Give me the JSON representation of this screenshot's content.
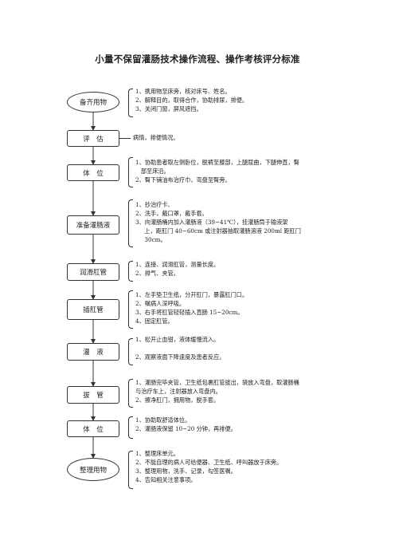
{
  "title": "小量不保留灌肠技术操作流程、操作考核评分标准",
  "steps": [
    {
      "label": "备齐用物",
      "lines": [
        "1、携用物至床旁，核对床号、姓名。",
        "2、解释目的，取得合作，协助排尿，排便。",
        "3、关闭门窗，屏风遮挡。"
      ]
    },
    {
      "label": "评　估",
      "lines": [
        "病情，排便情况。"
      ]
    },
    {
      "label": "体　位",
      "lines": [
        "1、协助患者取左侧卧位，脱裤至膝部，上腿屈曲，下腿伸直，臀",
        "   部至床沿。",
        "2、臀下铺油布治疗巾，弯盘至臀旁。"
      ]
    },
    {
      "label": "准备灌肠液",
      "lines": [
        "1、抄治疗卡、",
        "2、洗手，戴口罩，戴手套。",
        "3、向灌肠桶内加入灌肠液（39~41℃），挂灌肠筒于输液架",
        "     上，距肛门 40~60cm 或注射器抽取灌肠溶液 200ml 距肛门",
        "     30cm。"
      ]
    },
    {
      "label": "润滑肛管",
      "lines": [
        "1、连接、润滑肛管，测量长度。",
        "2、排气、夹管。"
      ]
    },
    {
      "label": "插肛管",
      "lines": [
        "1、左手垫卫生纸，分开肛门，暴露肛门口。",
        "2、嘱病人深呼吸。",
        "3、右手将肛管轻轻插入直肠 15~20cm。",
        "4、固定肛管。"
      ]
    },
    {
      "label": "灌　液",
      "lines": [
        "1、松开止血钳，液体缓慢流入。",
        "",
        "2、观察液面下降速度及患者反应。"
      ]
    },
    {
      "label": "拔　管",
      "lines": [
        "1、灌肠完毕夹管，卫生纸包裹肛管拔出，袋放入弯盘，取灌肠桶",
        "与治疗车上，注射器放入弯盘内。",
        "2、擦净肛门，拥用物，脱手套。"
      ]
    },
    {
      "label": "体　位",
      "lines": [
        "1、协助取舒适体位。",
        "2、灌肠液保留 10~20 分钟，再排便。"
      ]
    },
    {
      "label": "整理用物",
      "lines": [
        "1、整理床单元。",
        "2、不能自理的病人可给便器、卫生纸、呼叫器放于床旁。",
        "3、整理用物，洗手、记录，勾签医嘱。",
        "4、告知相关注意事项。"
      ]
    }
  ]
}
